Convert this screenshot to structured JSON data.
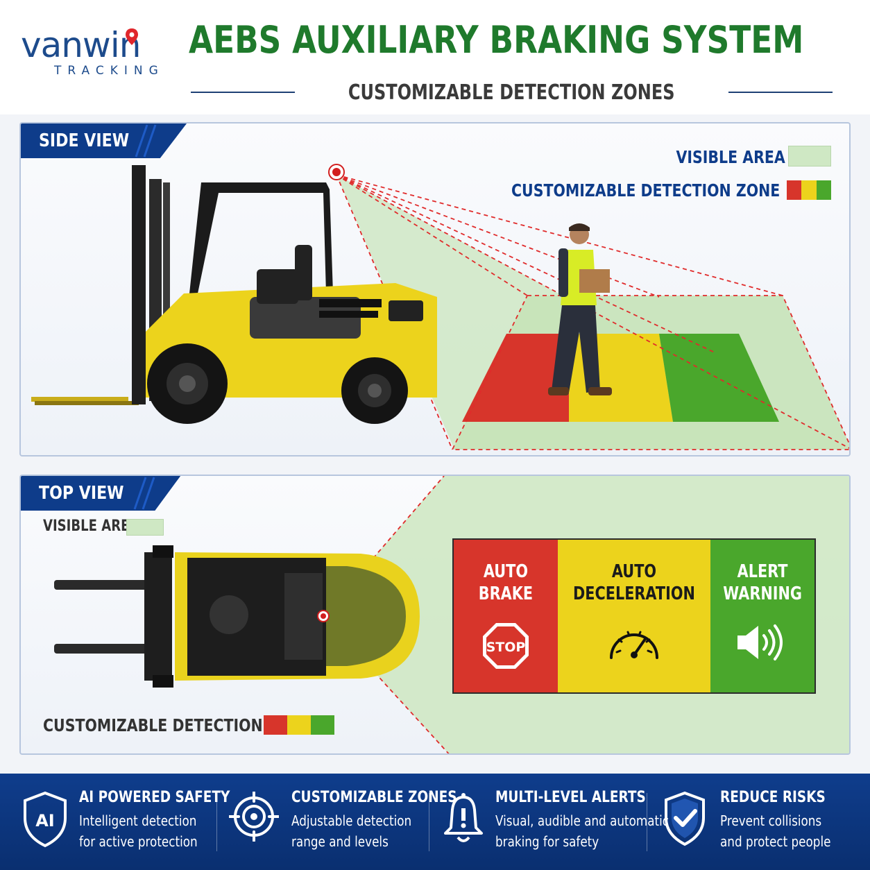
{
  "brand": {
    "name": "vanwin",
    "sub": "TRACKING"
  },
  "header": {
    "title": "AEBS AUXILIARY BRAKING SYSTEM",
    "subtitle": "CUSTOMIZABLE DETECTION ZONES"
  },
  "side_view": {
    "tag": "SIDE VIEW",
    "legend_visible": "VISIBLE AREA",
    "legend_zone": "CUSTOMIZABLE DETECTION ZONE"
  },
  "top_view": {
    "tag": "TOP VIEW",
    "legend_visible": "VISIBLE AREA",
    "legend_zone": "CUSTOMIZABLE DETECTION ZONE",
    "zones": [
      {
        "line1": "AUTO",
        "line2": "BRAKE",
        "icon": "stop-sign-icon",
        "icon_text": "STOP",
        "color": "#d7352b"
      },
      {
        "line1": "AUTO",
        "line2": "DECELERATION",
        "icon": "speedometer-icon",
        "color": "#ecd31c"
      },
      {
        "line1": "ALERT",
        "line2": "WARNING",
        "icon": "speaker-icon",
        "color": "#4aa72c"
      }
    ]
  },
  "colors": {
    "title_green": "#1f7a2c",
    "navy": "#0e3c8a",
    "visible_area": "#cfe8c4",
    "red": "#d7352b",
    "yellow": "#ecd31c",
    "green": "#4aa72c"
  },
  "footer": {
    "features": [
      {
        "title": "AI POWERED SAFETY",
        "line1": "Intelligent detection",
        "line2": "for active protection",
        "icon": "ai-shield-icon",
        "icon_text": "AI"
      },
      {
        "title": "CUSTOMIZABLE ZONES",
        "line1": "Adjustable detection",
        "line2": "range and levels",
        "icon": "target-icon"
      },
      {
        "title": "MULTI-LEVEL ALERTS",
        "line1": "Visual, audible and automatic",
        "line2": "braking for safety",
        "icon": "alarm-bell-icon"
      },
      {
        "title": "REDUCE RISKS",
        "line1": "Prevent collisions",
        "line2": "and protect people",
        "icon": "check-shield-icon"
      }
    ]
  }
}
